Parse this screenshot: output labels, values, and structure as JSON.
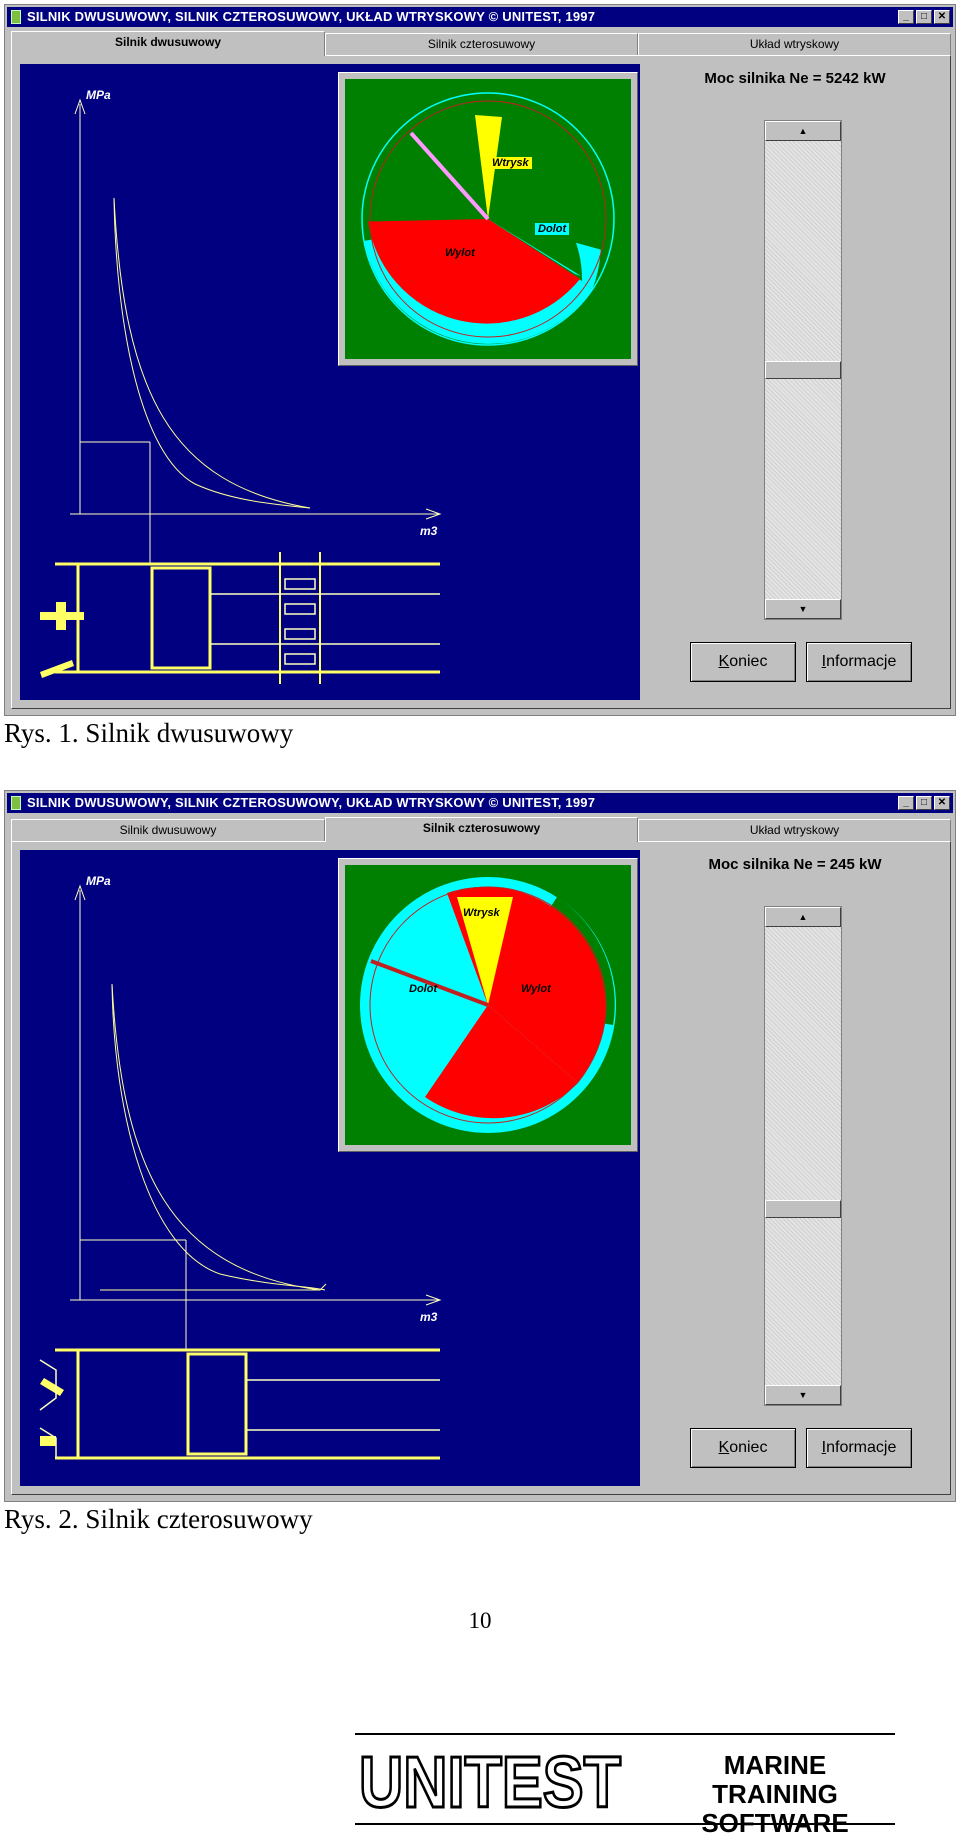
{
  "window_title": "SILNIK DWUSUWOWY, SILNIK CZTEROSUWOWY, UKŁAD WTRYSKOWY   © UNITEST, 1997",
  "window_buttons": {
    "minimize": "_",
    "maximize": "□",
    "close": "✕"
  },
  "tabs": [
    "Silnik dwusuwowy",
    "Silnik czterosuwowy",
    "Układ wtryskowy"
  ],
  "pv_axes": {
    "y_label": "MPa",
    "x_label": "m3"
  },
  "scroll_arrows": {
    "up": "▲",
    "down": "▼"
  },
  "buttons": {
    "koniec": {
      "mnemonic": "K",
      "rest": "oniec"
    },
    "informacje": {
      "mnemonic": "I",
      "rest": "nformacje"
    }
  },
  "screens": [
    {
      "active_tab": 0,
      "power_label": "Moc silnika Ne = 5242 kW",
      "scroll_thumb_fraction": 0.5,
      "pie_labels": {
        "wtrysk": "Wtrysk",
        "dolot": "Dolot",
        "wylot": "Wylot"
      },
      "caption": "Rys. 1. Silnik dwusuwowy"
    },
    {
      "active_tab": 1,
      "power_label": "Moc silnika Ne = 245 kW",
      "scroll_thumb_fraction": 0.62,
      "pie_labels": {
        "wtrysk": "Wtrysk",
        "dolot": "Dolot",
        "wylot": "Wylot"
      },
      "caption": "Rys. 2. Silnik czterosuwowy"
    }
  ],
  "page_number": "10",
  "footer": {
    "logo_text": "UNITEST",
    "tagline_line1": "MARINE TRAINING",
    "tagline_line2": "SOFTWARE"
  },
  "colors": {
    "plot_bg": "#000080",
    "pie_green": "#008000",
    "exhaust_red": "#ff0000",
    "intake_cyan": "#00ffff",
    "injection_yellow": "#ffff00",
    "curve": "#ffff99"
  }
}
